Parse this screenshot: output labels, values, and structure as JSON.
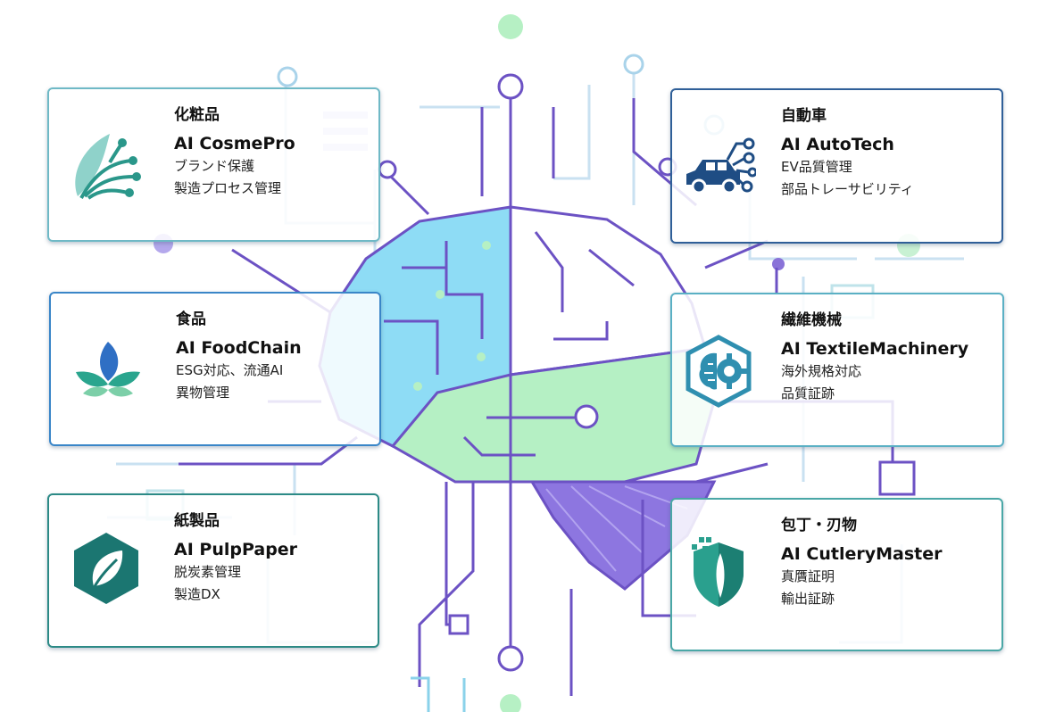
{
  "colors": {
    "teal": "#1e8a7c",
    "blue": "#3a78c5",
    "navy": "#1d4f86",
    "purple": "#6f56c6",
    "cyan": "#8fdcf5",
    "green": "#b6f1c5"
  },
  "cards": [
    {
      "category": "化粧品",
      "product": "AI CosmePro",
      "features": [
        "ブランド保護",
        "製造プロセス管理"
      ],
      "icon": "leaf-swirl-icon"
    },
    {
      "category": "自動車",
      "product": "AI AutoTech",
      "features": [
        "EV品質管理",
        "部品トレーサビリティ"
      ],
      "icon": "connected-car-icon"
    },
    {
      "category": "食品",
      "product": "AI FoodChain",
      "features": [
        "ESG対応、流通AI",
        "異物管理"
      ],
      "icon": "sprout-icon"
    },
    {
      "category": "繊維機械",
      "product": "AI TextileMachinery",
      "features": [
        "海外規格対応",
        "品質証跡"
      ],
      "icon": "brain-gear-icon"
    },
    {
      "category": "紙製品",
      "product": "AI PulpPaper",
      "features": [
        "脱炭素管理",
        "製造DX"
      ],
      "icon": "leaf-hexagon-icon"
    },
    {
      "category": "包丁・刃物",
      "product": "AI CutleryMaster",
      "features": [
        "真贋証明",
        "輸出証跡"
      ],
      "icon": "knife-shield-icon"
    }
  ]
}
